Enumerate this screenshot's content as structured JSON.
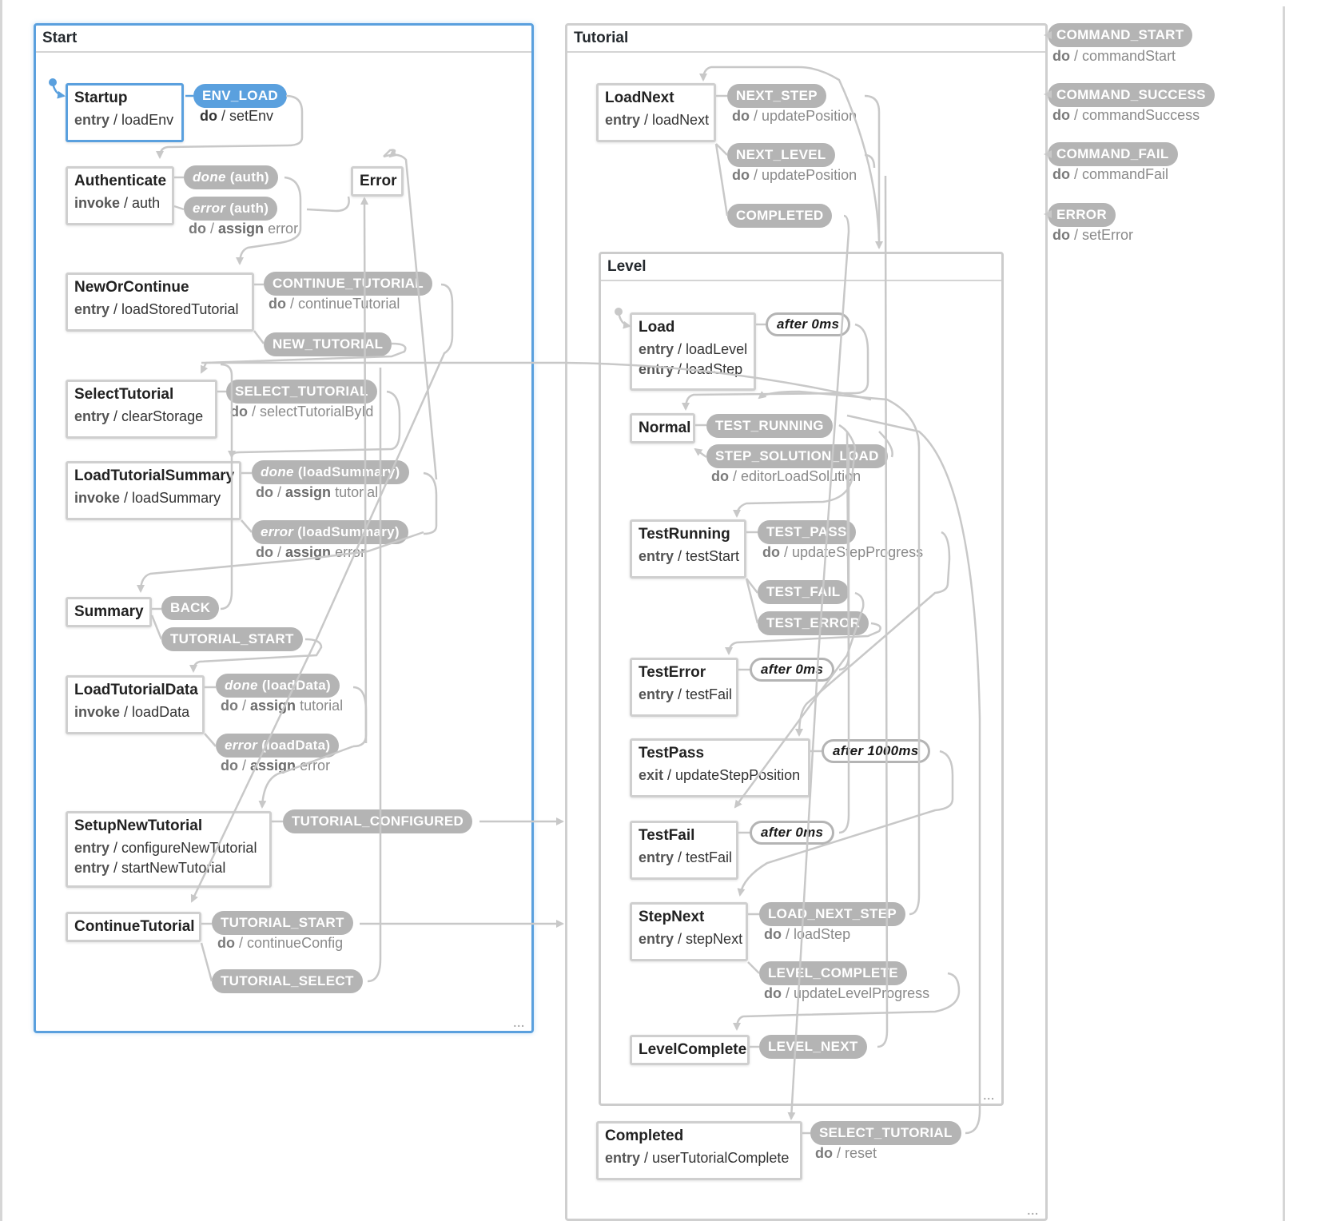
{
  "regions": {
    "start": "Start",
    "tutorial": "Tutorial",
    "level": "Level",
    "ellipsis": "..."
  },
  "states": {
    "startup": {
      "name": "Startup",
      "a1_kw": "entry",
      "a1": "loadEnv"
    },
    "authenticate": {
      "name": "Authenticate",
      "a1_kw": "invoke",
      "a1": "auth"
    },
    "error": {
      "name": "Error"
    },
    "new_or_continue": {
      "name": "NewOrContinue",
      "a1_kw": "entry",
      "a1": "loadStoredTutorial"
    },
    "select_tutorial": {
      "name": "SelectTutorial",
      "a1_kw": "entry",
      "a1": "clearStorage"
    },
    "load_tutorial_summary": {
      "name": "LoadTutorialSummary",
      "a1_kw": "invoke",
      "a1": "loadSummary"
    },
    "summary": {
      "name": "Summary"
    },
    "load_tutorial_data": {
      "name": "LoadTutorialData",
      "a1_kw": "invoke",
      "a1": "loadData"
    },
    "setup_new_tutorial": {
      "name": "SetupNewTutorial",
      "a1_kw": "entry",
      "a1": "configureNewTutorial",
      "a2_kw": "entry",
      "a2": "startNewTutorial"
    },
    "continue_tutorial": {
      "name": "ContinueTutorial"
    },
    "load_next": {
      "name": "LoadNext",
      "a1_kw": "entry",
      "a1": "loadNext"
    },
    "load": {
      "name": "Load",
      "a1_kw": "entry",
      "a1": "loadLevel",
      "a2_kw": "entry",
      "a2": "loadStep"
    },
    "normal": {
      "name": "Normal"
    },
    "test_running": {
      "name": "TestRunning",
      "a1_kw": "entry",
      "a1": "testStart"
    },
    "test_error": {
      "name": "TestError",
      "a1_kw": "entry",
      "a1": "testFail"
    },
    "test_pass": {
      "name": "TestPass",
      "a1_kw": "exit",
      "a1": "updateStepPosition"
    },
    "test_fail": {
      "name": "TestFail",
      "a1_kw": "entry",
      "a1": "testFail"
    },
    "step_next": {
      "name": "StepNext",
      "a1_kw": "entry",
      "a1": "stepNext"
    },
    "level_complete": {
      "name": "LevelComplete"
    },
    "completed": {
      "name": "Completed",
      "a1_kw": "entry",
      "a1": "userTutorialComplete"
    }
  },
  "events": {
    "env_load": "ENV_LOAD",
    "done_auth_kw": "done",
    "done_auth": "(auth)",
    "error_auth_kw": "error",
    "error_auth": "(auth)",
    "continue_tutorial": "CONTINUE_TUTORIAL",
    "new_tutorial": "NEW_TUTORIAL",
    "select_tutorial": "SELECT_TUTORIAL",
    "done_summary_kw": "done",
    "done_summary": "(loadSummary)",
    "error_summary_kw": "error",
    "error_summary": "(loadSummary)",
    "back": "BACK",
    "tutorial_start": "TUTORIAL_START",
    "done_data_kw": "done",
    "done_data": "(loadData)",
    "error_data_kw": "error",
    "error_data": "(loadData)",
    "tutorial_configured": "TUTORIAL_CONFIGURED",
    "tutorial_start_2": "TUTORIAL_START",
    "tutorial_select": "TUTORIAL_SELECT",
    "next_step": "NEXT_STEP",
    "next_level": "NEXT_LEVEL",
    "completed": "COMPLETED",
    "after_0ms_load": "after 0ms",
    "test_running": "TEST_RUNNING",
    "step_solution_load": "STEP_SOLUTION_LOAD",
    "test_pass": "TEST_PASS",
    "test_fail": "TEST_FAIL",
    "test_error": "TEST_ERROR",
    "after_0ms_error": "after 0ms",
    "after_1000ms": "after 1000ms",
    "after_0ms_fail": "after 0ms",
    "load_next_step": "LOAD_NEXT_STEP",
    "level_complete": "LEVEL_COMPLETE",
    "level_next": "LEVEL_NEXT",
    "select_tutorial_2": "SELECT_TUTORIAL",
    "command_start": "COMMAND_START",
    "command_success": "COMMAND_SUCCESS",
    "command_fail": "COMMAND_FAIL",
    "error_global": "ERROR"
  },
  "event_actions": {
    "do": "do",
    "assign": "assign",
    "set_env": "setEnv",
    "assign_error": "error",
    "continue_tutorial": "continueTutorial",
    "select_tutorial_by_id": "selectTutorialById",
    "assign_tutorial": "tutorial",
    "continue_config": "continueConfig",
    "update_position": "updatePosition",
    "editor_load_solution": "editorLoadSolution",
    "update_step_progress": "updateStepProgress",
    "load_step": "loadStep",
    "update_level_progress": "updateLevelProgress",
    "reset": "reset",
    "command_start": "commandStart",
    "command_success": "commandSuccess",
    "command_fail": "commandFail",
    "set_error": "setError"
  },
  "colors": {
    "active": "#5aa0de",
    "inactive_border": "#cfcfcf",
    "event_pill": "#b4b4b4",
    "wire": "#c8c8c8",
    "active_wire": "#5aa0de"
  }
}
